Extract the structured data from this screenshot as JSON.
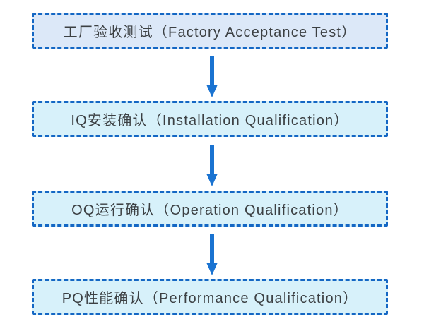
{
  "page": {
    "background": "#ffffff"
  },
  "colors": {
    "box_border": "#1467c4",
    "arrow": "#1a73d1",
    "step1_fill": "#dce8f8",
    "step_fill": "#d7f1fa",
    "text": "#3c4043"
  },
  "flowchart": {
    "steps": [
      {
        "label": "工厂验收测试（Factory Acceptance Test）"
      },
      {
        "label": "IQ安装确认（Installation Qualification）"
      },
      {
        "label": "OQ运行确认（Operation Qualification）"
      },
      {
        "label": "PQ性能确认（Performance Qualification）"
      }
    ],
    "connectors": [
      {
        "icon": "down-arrow"
      },
      {
        "icon": "down-arrow"
      },
      {
        "icon": "down-arrow"
      }
    ]
  }
}
